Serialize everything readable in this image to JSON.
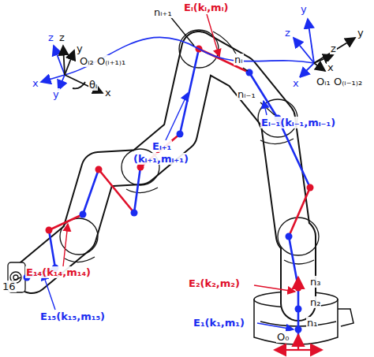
{
  "diagram": {
    "labels": [
      "Eᵢ(kᵢ,mᵢ)",
      "nᵢ₊₁",
      "nᵢ",
      "nᵢ₋₁",
      "Eᵢ₋₁(kᵢ₋₁,mᵢ₋₁)",
      "Eᵢ₊₁",
      "(kᵢ₊₁,mᵢ₊₁)",
      "Oᵢ₂ O₍ᵢ₊₁₎₁",
      "θᵢ",
      "Oᵢ₁ O₍ᵢ₋₁₎₂",
      "E₁₄(k₁₄,m₁₄)",
      "E₁₅(k₁₅,m₁₅)",
      "16",
      "E₂(k₂,m₂)",
      "E₁(k₁,m₁)",
      "n₃",
      "n₂",
      "n₁",
      "O₀",
      "z",
      "z",
      "y",
      "x",
      "y",
      "x",
      "y",
      "y",
      "z",
      "z",
      "x",
      "x"
    ]
  }
}
